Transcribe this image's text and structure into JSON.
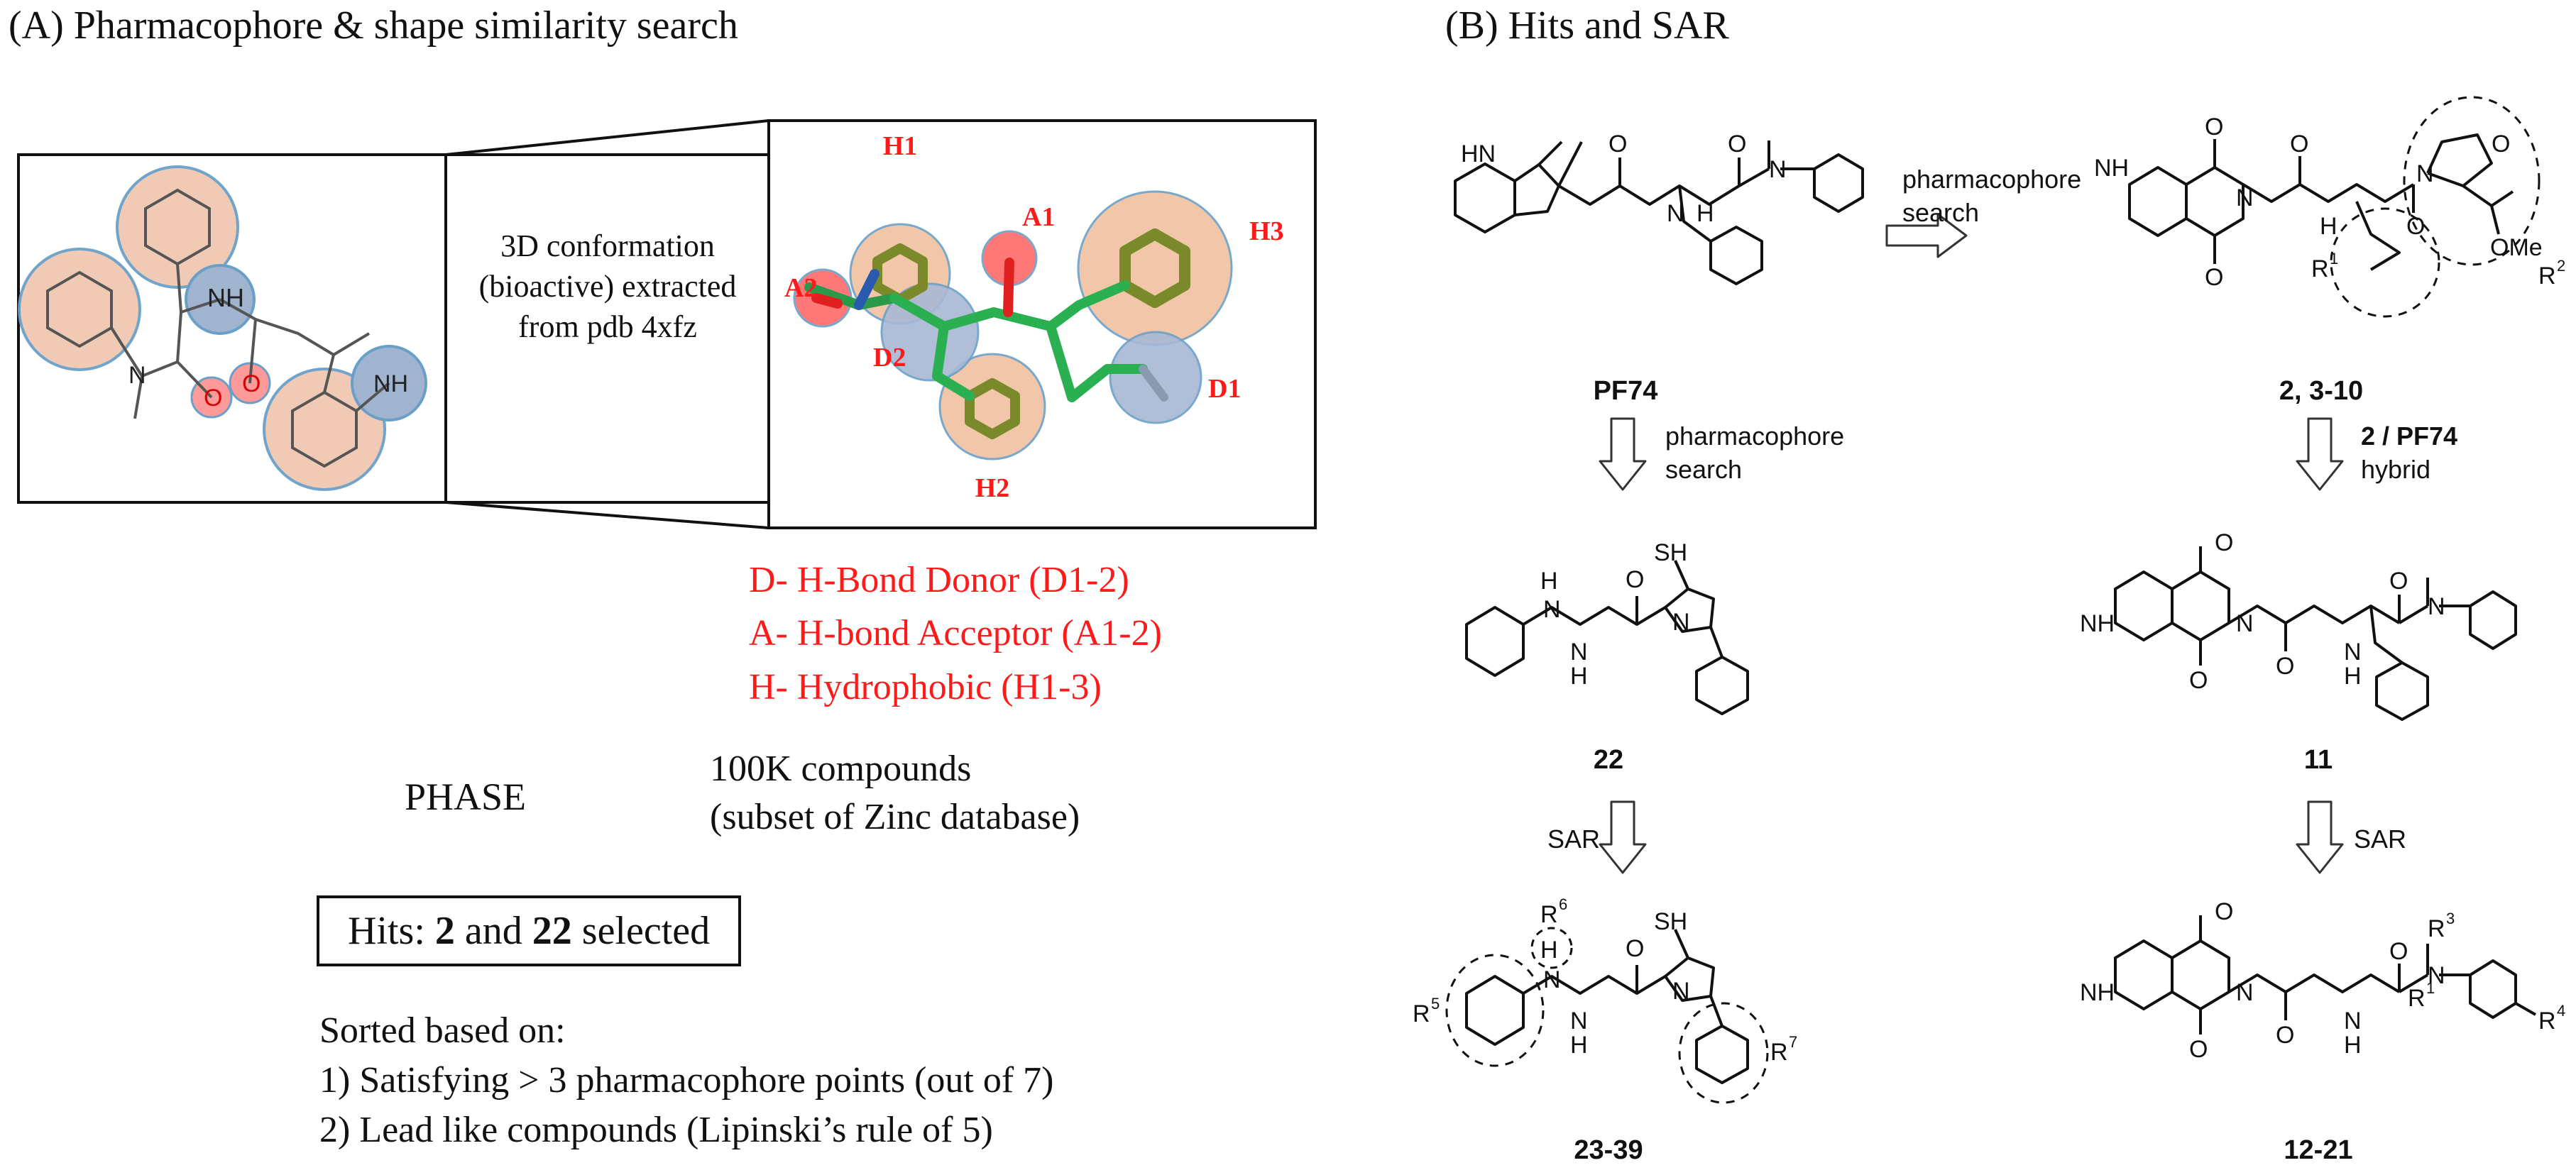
{
  "panelA": {
    "title": "(A) Pharmacophore & shape similarity search",
    "box_middle_text": "3D conformation (bioactive) extracted from pdb 4xfz",
    "atom_labels": {
      "nh1": "NH",
      "n": "N",
      "o1": "O",
      "o2": "O",
      "h": "H"
    },
    "pharmacophore_labels": [
      "H1",
      "A1",
      "H3",
      "A2",
      "D2",
      "D1",
      "H2"
    ],
    "legend": [
      "D- H-Bond Donor (D1-2)",
      "A- H-bond Acceptor (A1-2)",
      "H- Hydrophobic (H1-3)"
    ],
    "phase_label": "PHASE",
    "compounds_line1": "100K compounds",
    "compounds_line2": "(subset of Zinc database)",
    "hits": {
      "prefix": "Hits: ",
      "a": "2",
      "mid": " and ",
      "b": "22",
      "suffix": " selected"
    },
    "sorted_title": "Sorted based on:",
    "criteria": [
      "1)    Satisfying > 3 pharmacophore  points (out of 7)",
      "2)    Lead like compounds (Lipinski’s rule of 5)"
    ]
  },
  "panelB": {
    "title": "(B) Hits and SAR",
    "arrow_labels": {
      "right_line1": "pharmacophore",
      "right_line2": "search",
      "down_left_line1": "pharmacophore",
      "down_left_line2": "search",
      "down_right_line1": "2 / PF74",
      "down_right_line2": "hybrid",
      "sar_left": "SAR",
      "sar_right": "SAR"
    },
    "compound_ids": [
      "PF74",
      "2, 3-10",
      "22",
      "11",
      "23-39",
      "12-21"
    ],
    "atoms": {
      "hn": "HN",
      "n": "N",
      "o": "O",
      "h": "H",
      "nh": "NH",
      "ome": "OMe",
      "sh": "SH",
      "r1": "R",
      "r2": "R",
      "r3": "R",
      "r4": "R",
      "r5": "R",
      "r6": "R",
      "r7": "R",
      "sup1": "1",
      "sup2": "2",
      "sup3": "3",
      "sup4": "4",
      "sup5": "5",
      "sup6": "6",
      "sup7": "7"
    }
  }
}
